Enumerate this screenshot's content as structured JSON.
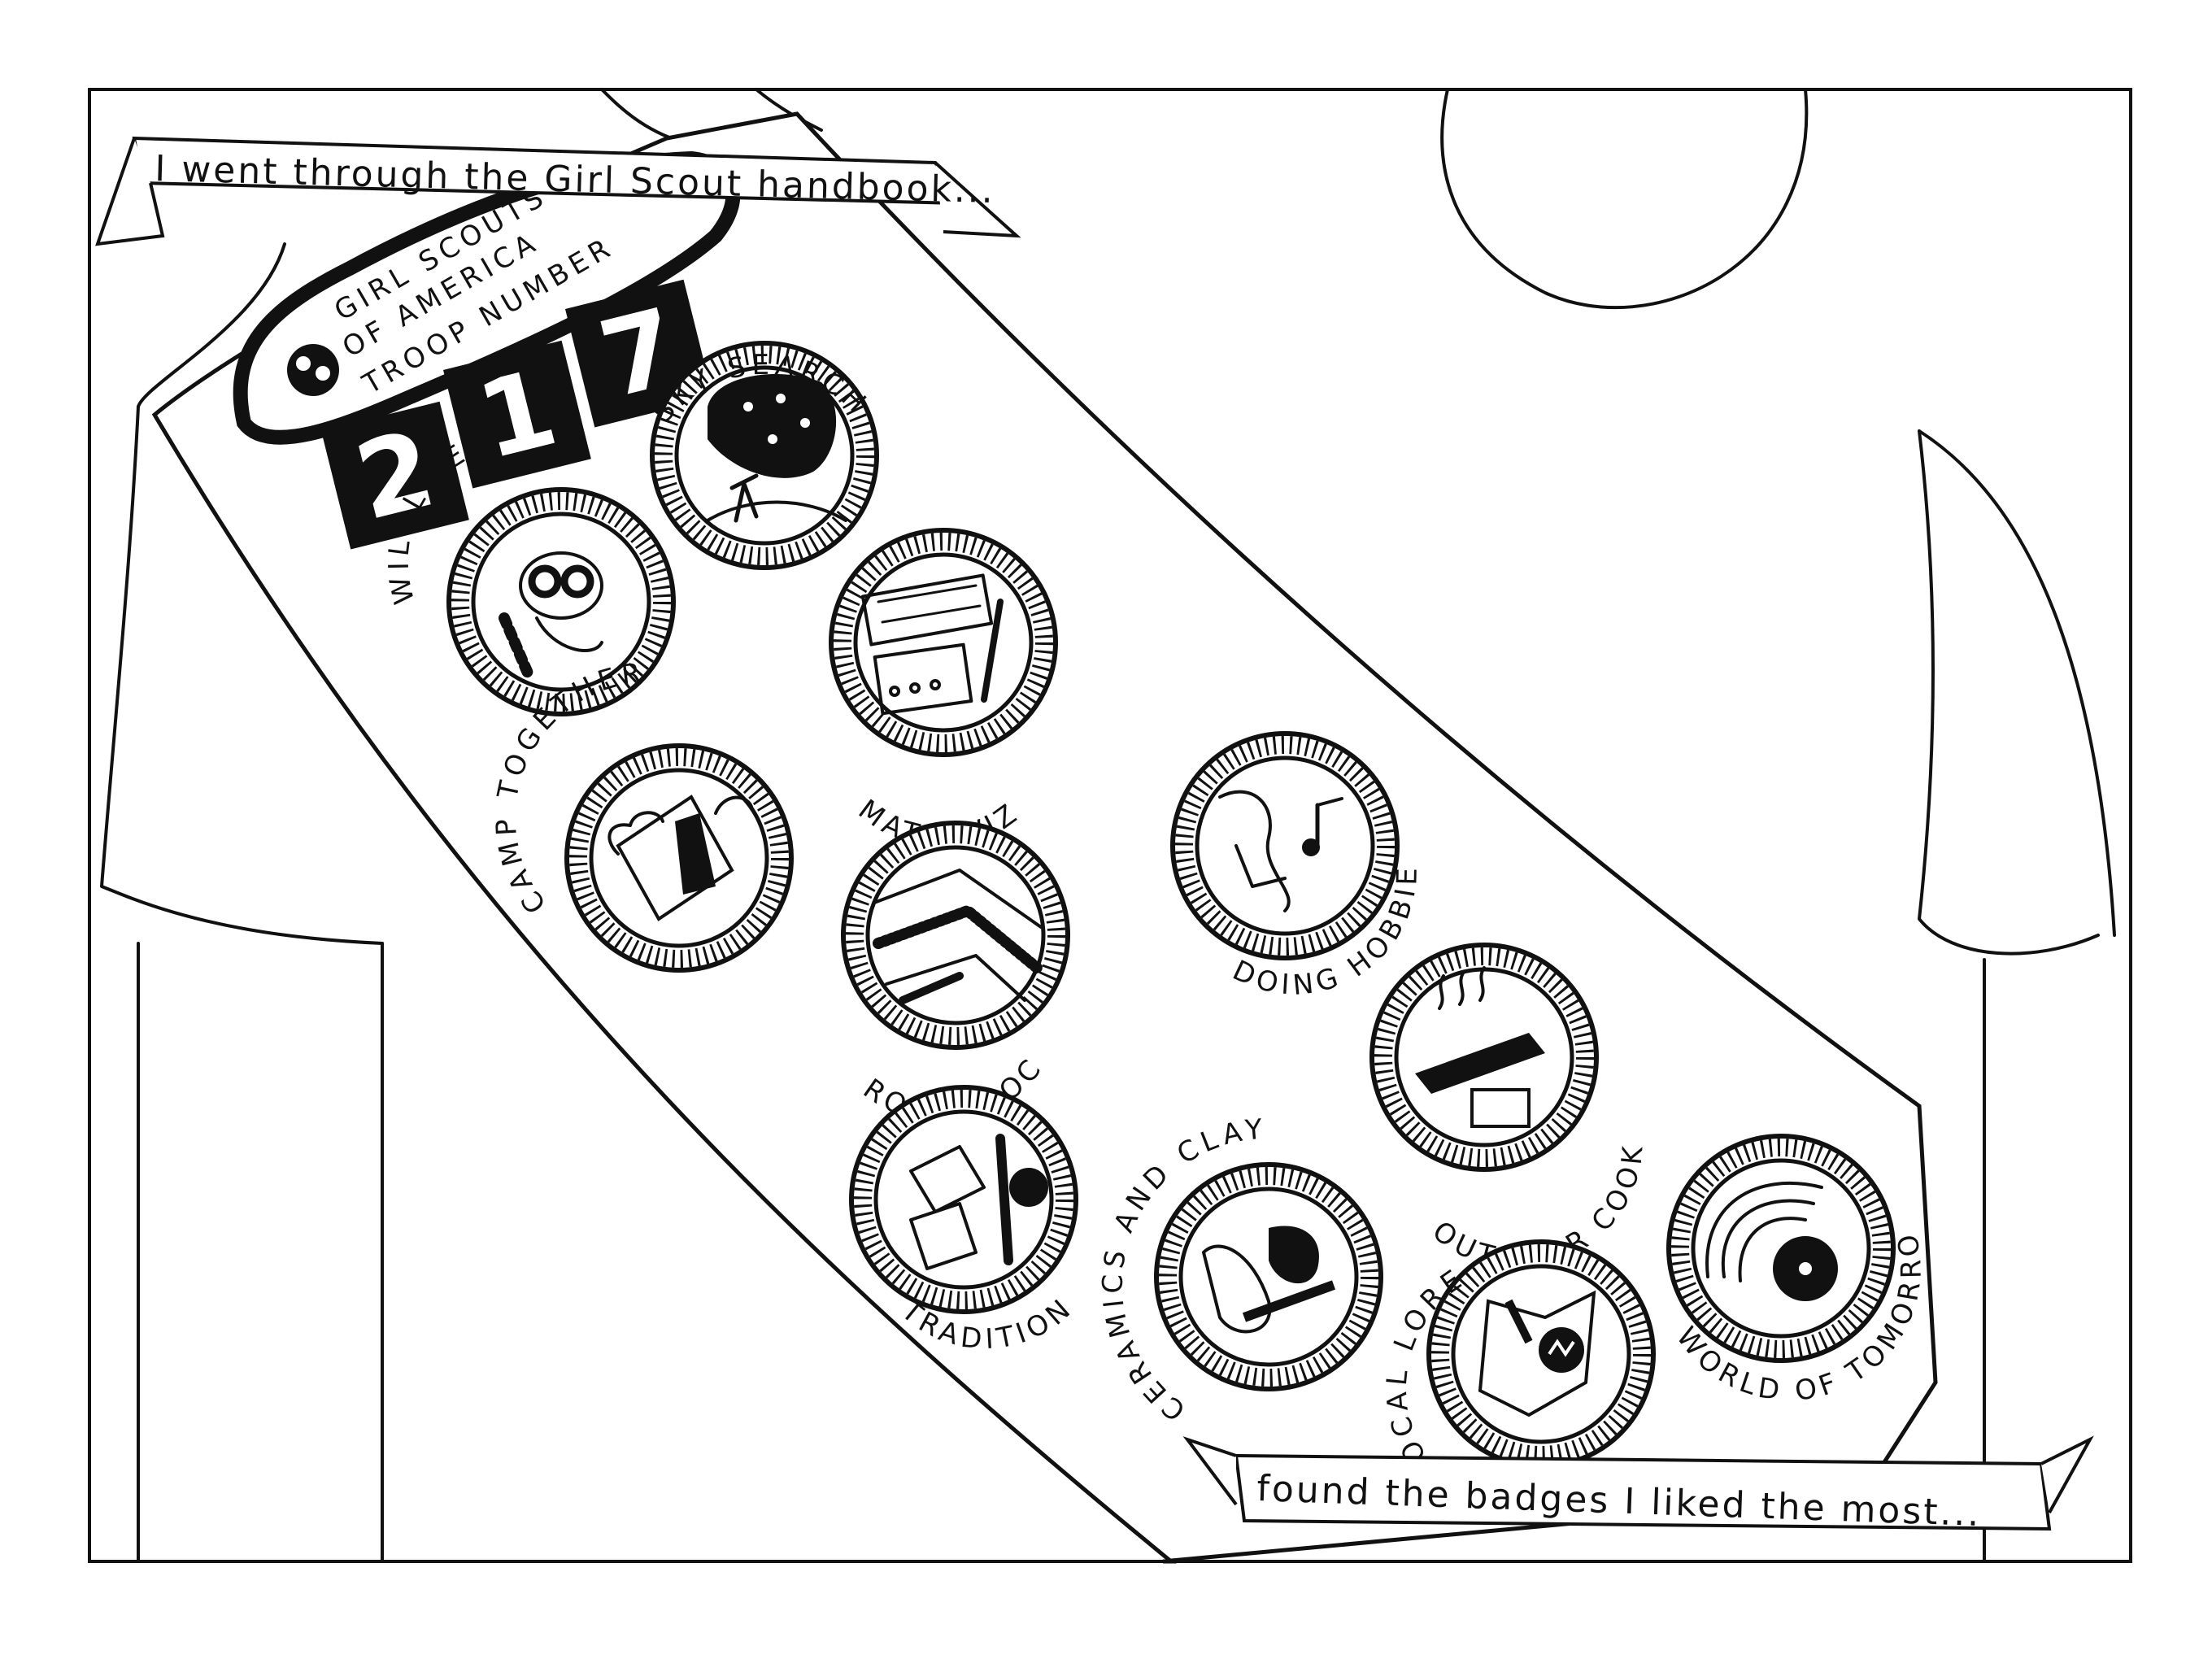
{
  "banners": {
    "top": "I went through the Girl Scout handbook...",
    "bottom": "found the badges I liked the most..."
  },
  "sash": {
    "header_line1": "GIRL SCOUTS",
    "header_line2": "OF AMERICA",
    "header_line3": "TROOP NUMBER",
    "troop_digits": [
      "2",
      "1",
      "7"
    ]
  },
  "badges": [
    {
      "label": "SKY SEARCH",
      "icon": "telescope-icon"
    },
    {
      "label": "WILDLIFE",
      "icon": "raccoon-icon"
    },
    {
      "label": "MATH WIZ",
      "icon": "abacus-calculator-icon"
    },
    {
      "label": "CAMP TOGETHER",
      "icon": "tent-icon"
    },
    {
      "label": "ROCKS ROCK",
      "icon": "rock-strata-icon"
    },
    {
      "label": "DOING HOBBIES",
      "icon": "music-notes-icon"
    },
    {
      "label": "OUTDOOR COOK",
      "icon": "frying-pan-icon"
    },
    {
      "label": "TRADITIONS",
      "icon": "drum-flute-icon"
    },
    {
      "label": "CERAMICS AND CLAY",
      "icon": "pottery-icon"
    },
    {
      "label": "LOCAL LORE",
      "icon": "map-pin-icon"
    },
    {
      "label": "WORLD OF TOMORROW",
      "icon": "rainbow-atom-icon"
    }
  ]
}
